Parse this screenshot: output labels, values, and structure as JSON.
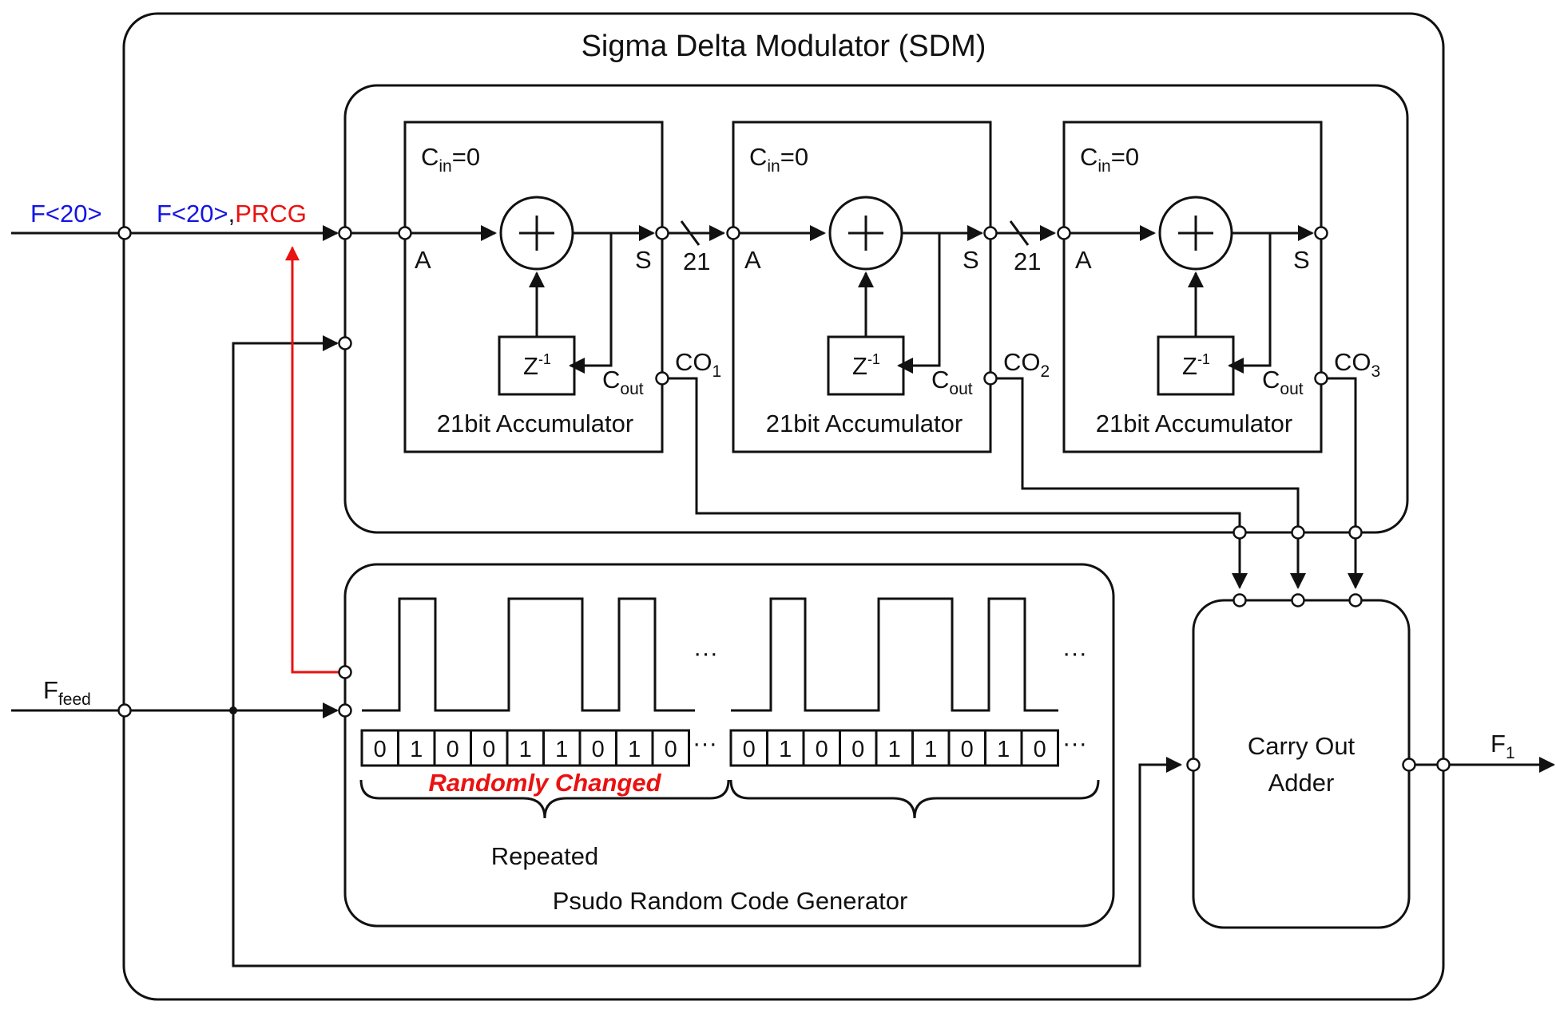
{
  "diagram": {
    "title": "Sigma Delta Modulator (SDM)",
    "inputs": {
      "f20": "F<20>",
      "f20_prcg_f": "F<20>",
      "comma": ",",
      "prcg": "PRCG",
      "ffeed_main": "F",
      "ffeed_sub": "feed"
    },
    "accumulators": [
      {
        "cin_c": "C",
        "cin_sub": "in",
        "cin_val": "=0",
        "a": "A",
        "s": "S",
        "z": "Z",
        "z_exp": "-1",
        "cout_c": "C",
        "cout_sub": "out",
        "co_main": "CO",
        "co_sub": "1",
        "label": "21bit Accumulator"
      },
      {
        "cin_c": "C",
        "cin_sub": "in",
        "cin_val": "=0",
        "a": "A",
        "s": "S",
        "z": "Z",
        "z_exp": "-1",
        "cout_c": "C",
        "cout_sub": "out",
        "co_main": "CO",
        "co_sub": "2",
        "label": "21bit Accumulator"
      },
      {
        "cin_c": "C",
        "cin_sub": "in",
        "cin_val": "=0",
        "a": "A",
        "s": "S",
        "z": "Z",
        "z_exp": "-1",
        "cout_c": "C",
        "cout_sub": "out",
        "co_main": "CO",
        "co_sub": "3",
        "label": "21bit Accumulator"
      }
    ],
    "bus_width_1": "21",
    "bus_width_2": "21",
    "prcg_block": {
      "label": "Psudo Random Code Generator",
      "bits_1": [
        "0",
        "1",
        "0",
        "0",
        "1",
        "1",
        "0",
        "1",
        "0"
      ],
      "bits_2": [
        "0",
        "1",
        "0",
        "0",
        "1",
        "1",
        "0",
        "1",
        "0"
      ],
      "ellipsis": "···",
      "randomly_changed": "Randomly Changed",
      "repeated": "Repeated"
    },
    "adder": {
      "line1": "Carry Out",
      "line2": "Adder"
    },
    "output": {
      "main": "F",
      "sub": "1"
    },
    "colors": {
      "blue_signal": "#1414e6",
      "red_signal": "#ea1111",
      "line": "#111111"
    }
  }
}
